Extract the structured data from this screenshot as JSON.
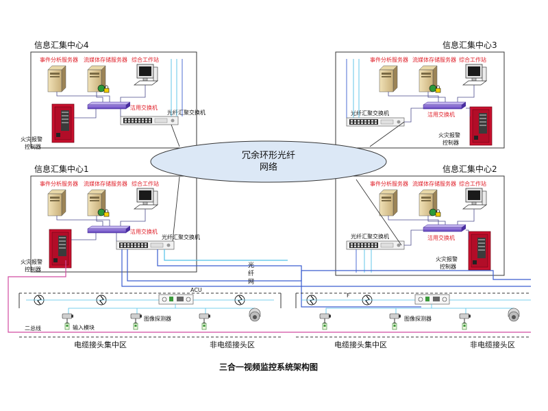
{
  "centers": {
    "c4": {
      "title": "信息汇集中心4",
      "s1": "事件分析服务器",
      "s2": "流媒体存储服务器",
      "s3": "综合工作站",
      "sw": "洁用交换机",
      "agg": "光纤汇聚交换机",
      "fire1": "火灾报警",
      "fire2": "控制器"
    },
    "c3": {
      "title": "信息汇集中心3",
      "s1": "事件分析服务器",
      "s2": "流媒体存储服务器",
      "s3": "综合工作站",
      "sw": "洁用交换机",
      "agg": "光纤汇聚交换机",
      "fire1": "火灾报警",
      "fire2": "控制器"
    },
    "c1": {
      "title": "信息汇集中心1",
      "s1": "事件分析服务器",
      "s2": "流媒体存储服务器",
      "s3": "综合工作站",
      "sw": "洁用交换机",
      "agg": "光纤汇聚交换机",
      "fire1": "火灾报警",
      "fire2": "控制器"
    },
    "c2": {
      "title": "信息汇集中心2",
      "s1": "事件分析服务器",
      "s2": "流媒体存储服务器",
      "s3": "综合工作站",
      "sw": "洁用交换机",
      "agg": "光纤汇聚交换机",
      "fire1": "火灾报警",
      "fire2": "控制器"
    }
  },
  "ring": {
    "line1": "冗余环形光纤",
    "line2": "网络"
  },
  "fiber": {
    "c1": "光",
    "c2": "纤",
    "c3": "网"
  },
  "field": {
    "acu": "ACU",
    "input_module": "输入模块",
    "detector_left": "图像探测器",
    "detector_right": "图像探测器",
    "bus": "二总线",
    "marker": "F",
    "zone1": "电缆接头集中区",
    "zone2": "非电缆接头区",
    "zone3": "电缆接头集中区",
    "zone4": "非电缆接头区"
  },
  "caption": "三合一视频监控系统架构图",
  "colors": {
    "box": "#333333",
    "ring_fill": "#dce8f6",
    "fiber_blue": "#3a5ccf",
    "fiber_cyan": "#4fc0e8",
    "bus_pink": "#d04aa0",
    "red_label": "#e0202a",
    "fire_red": "#c8102e"
  }
}
